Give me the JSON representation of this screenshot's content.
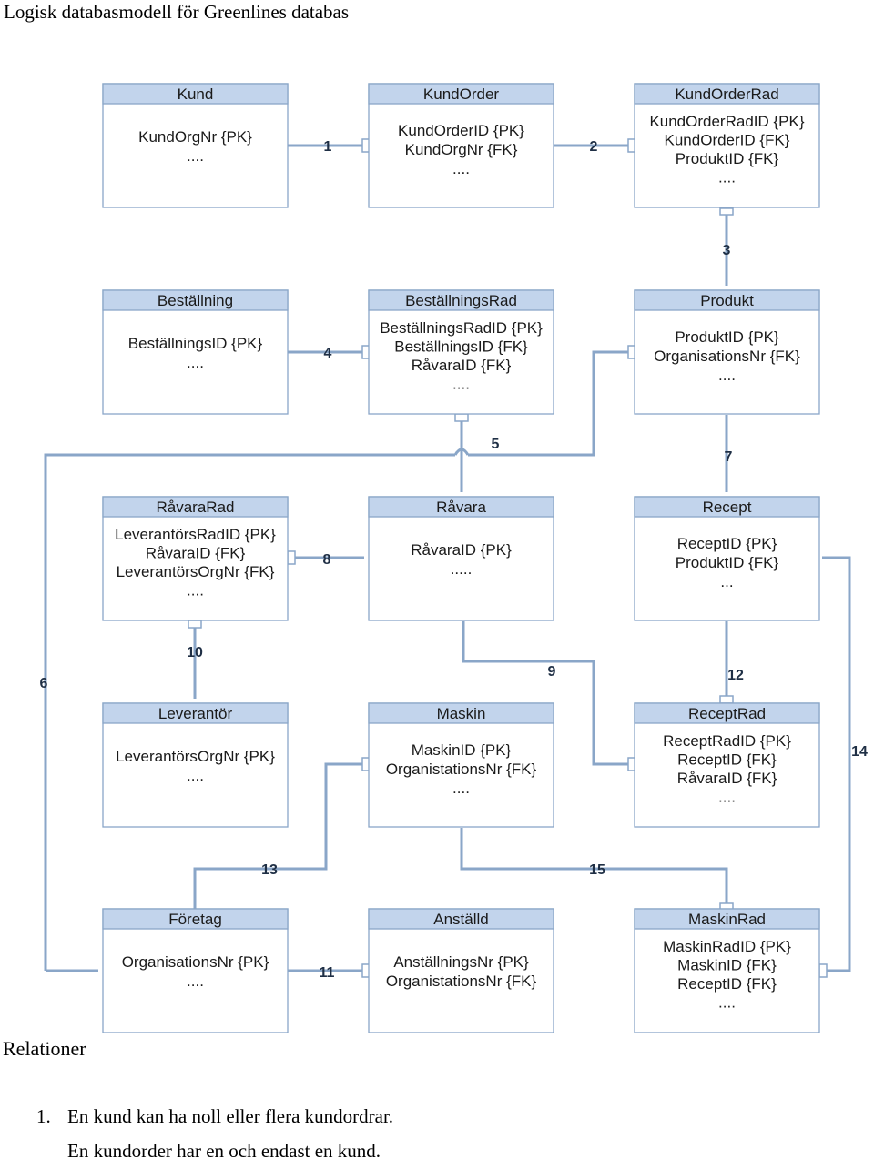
{
  "title": "Logisk databasmodell för Greenlines databas",
  "entities": [
    {
      "name": "Kund",
      "attrs": [
        "KundOrgNr {PK}",
        "...."
      ]
    },
    {
      "name": "KundOrder",
      "attrs": [
        "KundOrderID {PK}",
        "KundOrgNr {FK}",
        "...."
      ]
    },
    {
      "name": "KundOrderRad",
      "attrs": [
        "KundOrderRadID {PK}",
        "KundOrderID {FK}",
        "ProduktID {FK}",
        "...."
      ]
    },
    {
      "name": "Beställning",
      "attrs": [
        "BeställningsID {PK}",
        "...."
      ]
    },
    {
      "name": "BeställningsRad",
      "attrs": [
        "BeställningsRadID {PK}",
        "BeställningsID {FK}",
        "RåvaraID {FK}",
        "...."
      ]
    },
    {
      "name": "Produkt",
      "attrs": [
        "ProduktID {PK}",
        "OrganisationsNr {FK}",
        "...."
      ]
    },
    {
      "name": "RåvaraRad",
      "attrs": [
        "LeverantörsRadID {PK}",
        "RåvaraID {FK}",
        "LeverantörsOrgNr {FK}",
        "...."
      ]
    },
    {
      "name": "Råvara",
      "attrs": [
        "RåvaraID {PK}",
        "....."
      ]
    },
    {
      "name": "Recept",
      "attrs": [
        "ReceptID {PK}",
        "ProduktID {FK}",
        "..."
      ]
    },
    {
      "name": "Leverantör",
      "attrs": [
        "LeverantörsOrgNr {PK}",
        "...."
      ]
    },
    {
      "name": "Maskin",
      "attrs": [
        "MaskinID {PK}",
        "OrganistationsNr {FK}",
        "...."
      ]
    },
    {
      "name": "ReceptRad",
      "attrs": [
        "ReceptRadID {PK}",
        "ReceptID {FK}",
        "RåvaraID {FK}",
        "...."
      ]
    },
    {
      "name": "Företag",
      "attrs": [
        "OrganisationsNr {PK}",
        "...."
      ]
    },
    {
      "name": "Anställd",
      "attrs": [
        "AnställningsNr {PK}",
        "OrganistationsNr {FK}"
      ]
    },
    {
      "name": "MaskinRad",
      "attrs": [
        "MaskinRadID {PK}",
        "MaskinID {FK}",
        "ReceptID {FK}",
        "...."
      ]
    }
  ],
  "relation_labels": [
    "1",
    "2",
    "3",
    "4",
    "5",
    "6",
    "7",
    "8",
    "9",
    "10",
    "11",
    "12",
    "13",
    "14",
    "15"
  ],
  "section": {
    "heading": "Relationer",
    "items": [
      {
        "num": "1.",
        "lines": [
          "En kund kan ha noll eller flera kundordrar.",
          "En kundorder har en och endast en kund."
        ]
      }
    ]
  }
}
